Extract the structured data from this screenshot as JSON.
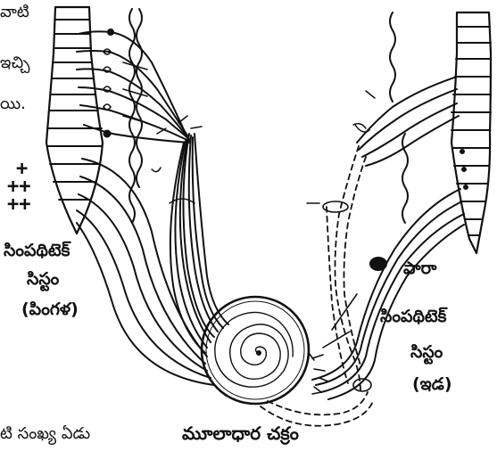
{
  "labels": {
    "left_system_line1": "సింపథిటెక్",
    "left_system_line2": "సిస్టం",
    "left_system_line3": "(పింగళ)",
    "right_system_line1": "పారా",
    "right_system_line2": "సింపథిటెక్",
    "right_system_line3": "సిస్టం",
    "right_system_line4": "(ఇడ)",
    "chakra_label": "మూలాధార చక్రం"
  },
  "text_fragments": {
    "top_left_1": "వాటి",
    "top_left_2": "ఇచ్చి",
    "top_left_3": "యి.",
    "bottom_left": "టి సంఖ్య ఏడు"
  },
  "marks": {
    "plus_1": "+",
    "plus_2": "++",
    "plus_3": "++"
  },
  "colors": {
    "ink": "#111111",
    "background": "#ffffff"
  }
}
